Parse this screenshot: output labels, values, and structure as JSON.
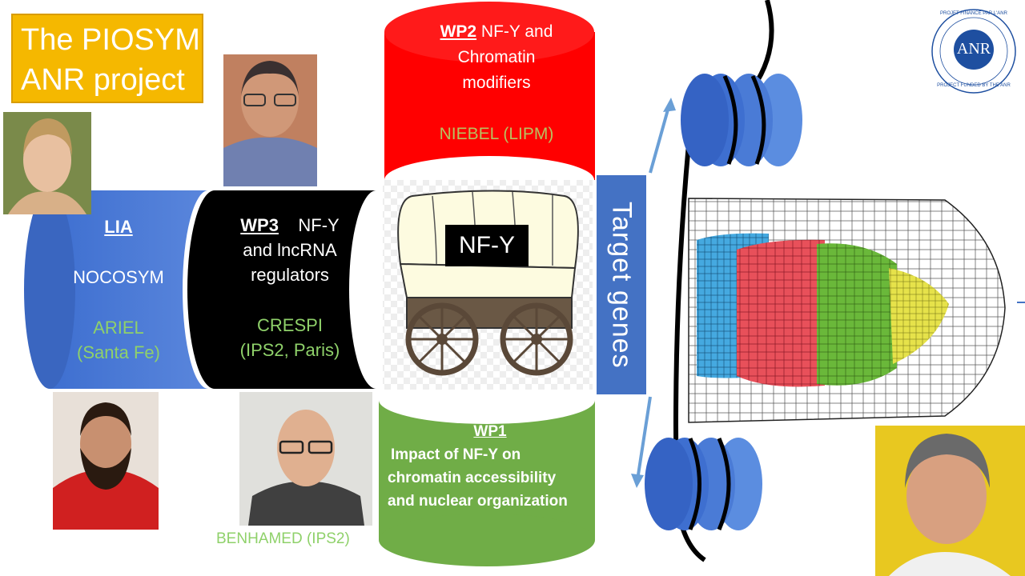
{
  "title": {
    "line1": "The PIOSYM",
    "line2": "ANR project"
  },
  "lia": {
    "heading": "LIA",
    "project": "NOCOSYM",
    "name": "ARIEL",
    "affiliation": "(Santa Fe)"
  },
  "wp3": {
    "code": "WP3",
    "title_part1": "NF-Y",
    "title_part2": "and lncRNA",
    "title_part3": "regulators",
    "name": "CRESPI",
    "affiliation": "(IPS2, Paris)"
  },
  "wp2": {
    "code": "WP2",
    "title_part1": "NF-Y and",
    "title_part2": "Chromatin",
    "title_part3": "modifiers",
    "lead": "NIEBEL (LIPM)"
  },
  "wp1": {
    "code": "WP1",
    "line1": "Impact of NF-Y on",
    "line2": "chromatin accessibility",
    "line3": "and nuclear organization"
  },
  "nfy_label": "NF-Y",
  "target_genes": "Target  genes",
  "benhamed": "BENHAMED (IPS2)",
  "anr_logo": {
    "center": "ANR",
    "ring_top": "PROJET FINANCÉ PAR L'ANR",
    "ring_bottom": "PROJECT FUNDED BY THE ANR"
  },
  "colors": {
    "title_bg": "#f5b800",
    "lia_blue": "#4472c4",
    "wp3_black": "#000000",
    "wp2_red": "#ff0000",
    "wp1_green": "#70ad47",
    "label_green": "#8fd16a",
    "nucleosome": "#4472c4"
  }
}
